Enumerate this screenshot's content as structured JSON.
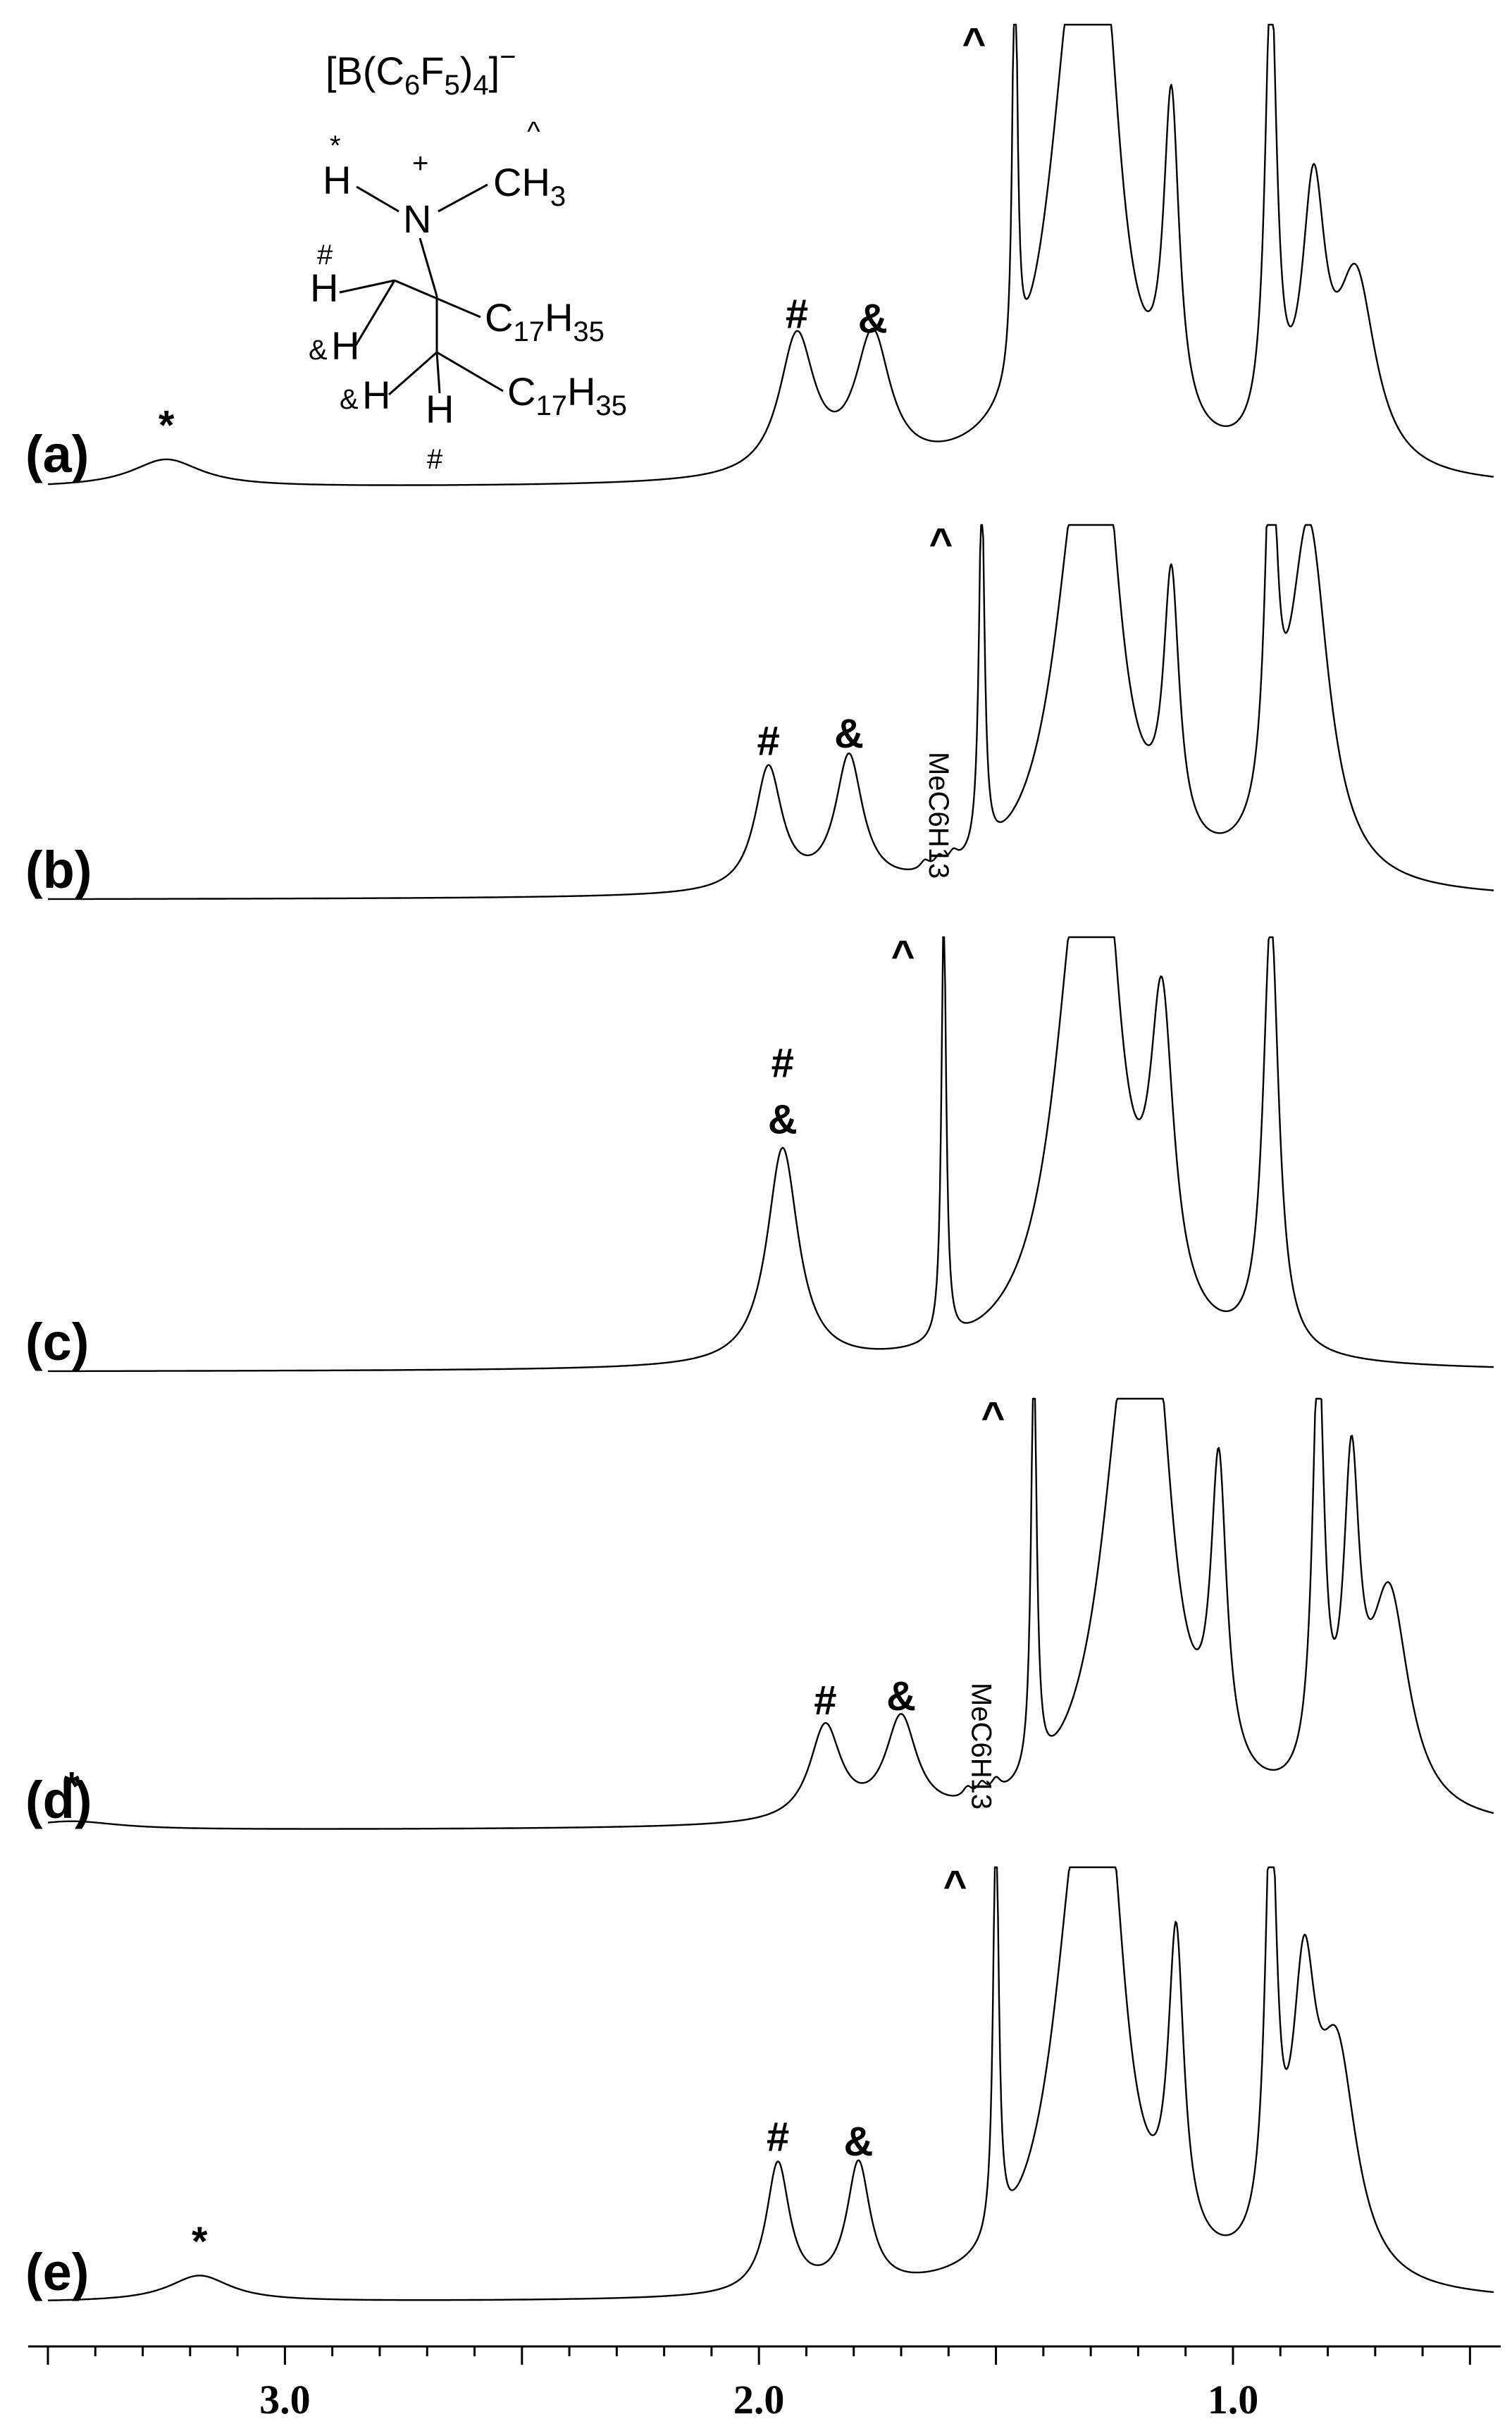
{
  "chart_data": {
    "type": "line",
    "title": "",
    "xlabel": "",
    "ylabel": "",
    "xlim": [
      3.5,
      0.45
    ],
    "x_reversed": true,
    "x_ticks": [
      3.0,
      2.0,
      1.0
    ],
    "x_tick_labels": [
      "3.0",
      "2.0",
      "1.0"
    ],
    "grid": false,
    "structure": {
      "anion": "[B(C6F5)4]−",
      "n_plus": "+",
      "label_star": "*",
      "label_caret": "^",
      "label_hash": "#",
      "label_amp": "&",
      "substituent_1": "C17H35",
      "substituent_2": "C17H35"
    },
    "panels": [
      {
        "label": "(a)",
        "peaks": [
          {
            "mark": "*",
            "shift": 3.25,
            "height": 0.06,
            "width": 0.09
          },
          {
            "mark": "#",
            "shift": 1.92,
            "height": 0.3,
            "width": 0.045
          },
          {
            "mark": "&",
            "shift": 1.76,
            "height": 0.29,
            "width": 0.045
          },
          {
            "mark": "^",
            "shift": 1.46,
            "height": 1.0,
            "width": 0.006
          },
          {
            "mark": "",
            "shift": 1.33,
            "height": 1.0,
            "width": 0.07
          },
          {
            "mark": "",
            "shift": 1.27,
            "height": 0.55,
            "width": 0.04
          },
          {
            "mark": "",
            "shift": 1.13,
            "height": 0.7,
            "width": 0.02
          },
          {
            "mark": "",
            "shift": 0.92,
            "height": 1.0,
            "width": 0.015
          },
          {
            "mark": "",
            "shift": 0.83,
            "height": 0.55,
            "width": 0.03
          },
          {
            "mark": "",
            "shift": 0.74,
            "height": 0.4,
            "width": 0.05
          }
        ]
      },
      {
        "label": "(b)",
        "solvent": "MeC6H13",
        "solvent_shift": 1.62,
        "peaks": [
          {
            "mark": "#",
            "shift": 1.98,
            "height": 0.33,
            "width": 0.035
          },
          {
            "mark": "&",
            "shift": 1.81,
            "height": 0.35,
            "width": 0.035
          },
          {
            "mark": "",
            "shift": 1.65,
            "height": 0.025,
            "width": 0.012
          },
          {
            "mark": "",
            "shift": 1.62,
            "height": 0.03,
            "width": 0.012
          },
          {
            "mark": "",
            "shift": 1.59,
            "height": 0.03,
            "width": 0.012
          },
          {
            "mark": "^",
            "shift": 1.53,
            "height": 1.0,
            "width": 0.007
          },
          {
            "mark": "",
            "shift": 1.32,
            "height": 1.0,
            "width": 0.07
          },
          {
            "mark": "",
            "shift": 1.27,
            "height": 0.55,
            "width": 0.04
          },
          {
            "mark": "",
            "shift": 1.13,
            "height": 0.7,
            "width": 0.02
          },
          {
            "mark": "",
            "shift": 0.92,
            "height": 1.0,
            "width": 0.015
          },
          {
            "mark": "",
            "shift": 0.84,
            "height": 0.95,
            "width": 0.05
          }
        ]
      },
      {
        "label": "(c)",
        "peaks": [
          {
            "mark": "#&",
            "shift": 1.95,
            "height": 0.5,
            "width": 0.04
          },
          {
            "mark": "^",
            "shift": 1.61,
            "height": 1.0,
            "width": 0.006
          },
          {
            "mark": "",
            "shift": 1.32,
            "height": 1.0,
            "width": 0.07
          },
          {
            "mark": "",
            "shift": 1.27,
            "height": 0.55,
            "width": 0.04
          },
          {
            "mark": "",
            "shift": 1.15,
            "height": 0.7,
            "width": 0.03
          },
          {
            "mark": "",
            "shift": 0.92,
            "height": 1.0,
            "width": 0.02
          }
        ]
      },
      {
        "label": "(d)",
        "solvent": "MeC6H13",
        "solvent_shift": 1.53,
        "peaks": [
          {
            "mark": "*",
            "shift": 3.45,
            "height": 0.02,
            "width": 0.12
          },
          {
            "mark": "#",
            "shift": 1.86,
            "height": 0.22,
            "width": 0.04
          },
          {
            "mark": "&",
            "shift": 1.7,
            "height": 0.23,
            "width": 0.04
          },
          {
            "mark": "",
            "shift": 1.56,
            "height": 0.025,
            "width": 0.012
          },
          {
            "mark": "",
            "shift": 1.53,
            "height": 0.03,
            "width": 0.012
          },
          {
            "mark": "",
            "shift": 1.5,
            "height": 0.03,
            "width": 0.012
          },
          {
            "mark": "^",
            "shift": 1.42,
            "height": 1.0,
            "width": 0.007
          },
          {
            "mark": "",
            "shift": 1.22,
            "height": 1.0,
            "width": 0.07
          },
          {
            "mark": "",
            "shift": 1.16,
            "height": 0.55,
            "width": 0.04
          },
          {
            "mark": "",
            "shift": 1.03,
            "height": 0.7,
            "width": 0.02
          },
          {
            "mark": "",
            "shift": 0.82,
            "height": 1.0,
            "width": 0.015
          },
          {
            "mark": "",
            "shift": 0.75,
            "height": 0.7,
            "width": 0.02
          },
          {
            "mark": "",
            "shift": 0.67,
            "height": 0.5,
            "width": 0.05
          }
        ]
      },
      {
        "label": "(e)",
        "peaks": [
          {
            "mark": "*",
            "shift": 3.18,
            "height": 0.06,
            "width": 0.08
          },
          {
            "mark": "#",
            "shift": 1.96,
            "height": 0.3,
            "width": 0.03
          },
          {
            "mark": "&",
            "shift": 1.79,
            "height": 0.29,
            "width": 0.03
          },
          {
            "mark": "^",
            "shift": 1.5,
            "height": 1.0,
            "width": 0.007
          },
          {
            "mark": "",
            "shift": 1.32,
            "height": 1.0,
            "width": 0.07
          },
          {
            "mark": "",
            "shift": 1.26,
            "height": 0.55,
            "width": 0.04
          },
          {
            "mark": "",
            "shift": 1.12,
            "height": 0.7,
            "width": 0.02
          },
          {
            "mark": "",
            "shift": 0.92,
            "height": 1.0,
            "width": 0.015
          },
          {
            "mark": "",
            "shift": 0.85,
            "height": 0.6,
            "width": 0.03
          },
          {
            "mark": "",
            "shift": 0.78,
            "height": 0.5,
            "width": 0.05
          }
        ]
      }
    ]
  }
}
